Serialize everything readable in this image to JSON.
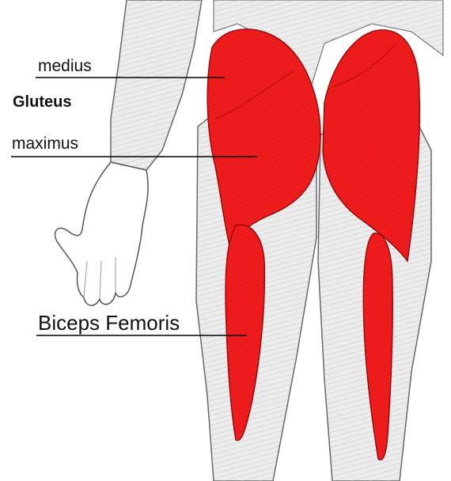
{
  "labels": {
    "medius": "medius",
    "gluteus": "Gluteus",
    "maximus": "maximus",
    "biceps_femoris": "Biceps Femoris"
  },
  "colors": {
    "muscle_red": "#ee1c1c",
    "skin": "#f2f2f2",
    "outline": "#555555",
    "leader_line": "#000000"
  }
}
